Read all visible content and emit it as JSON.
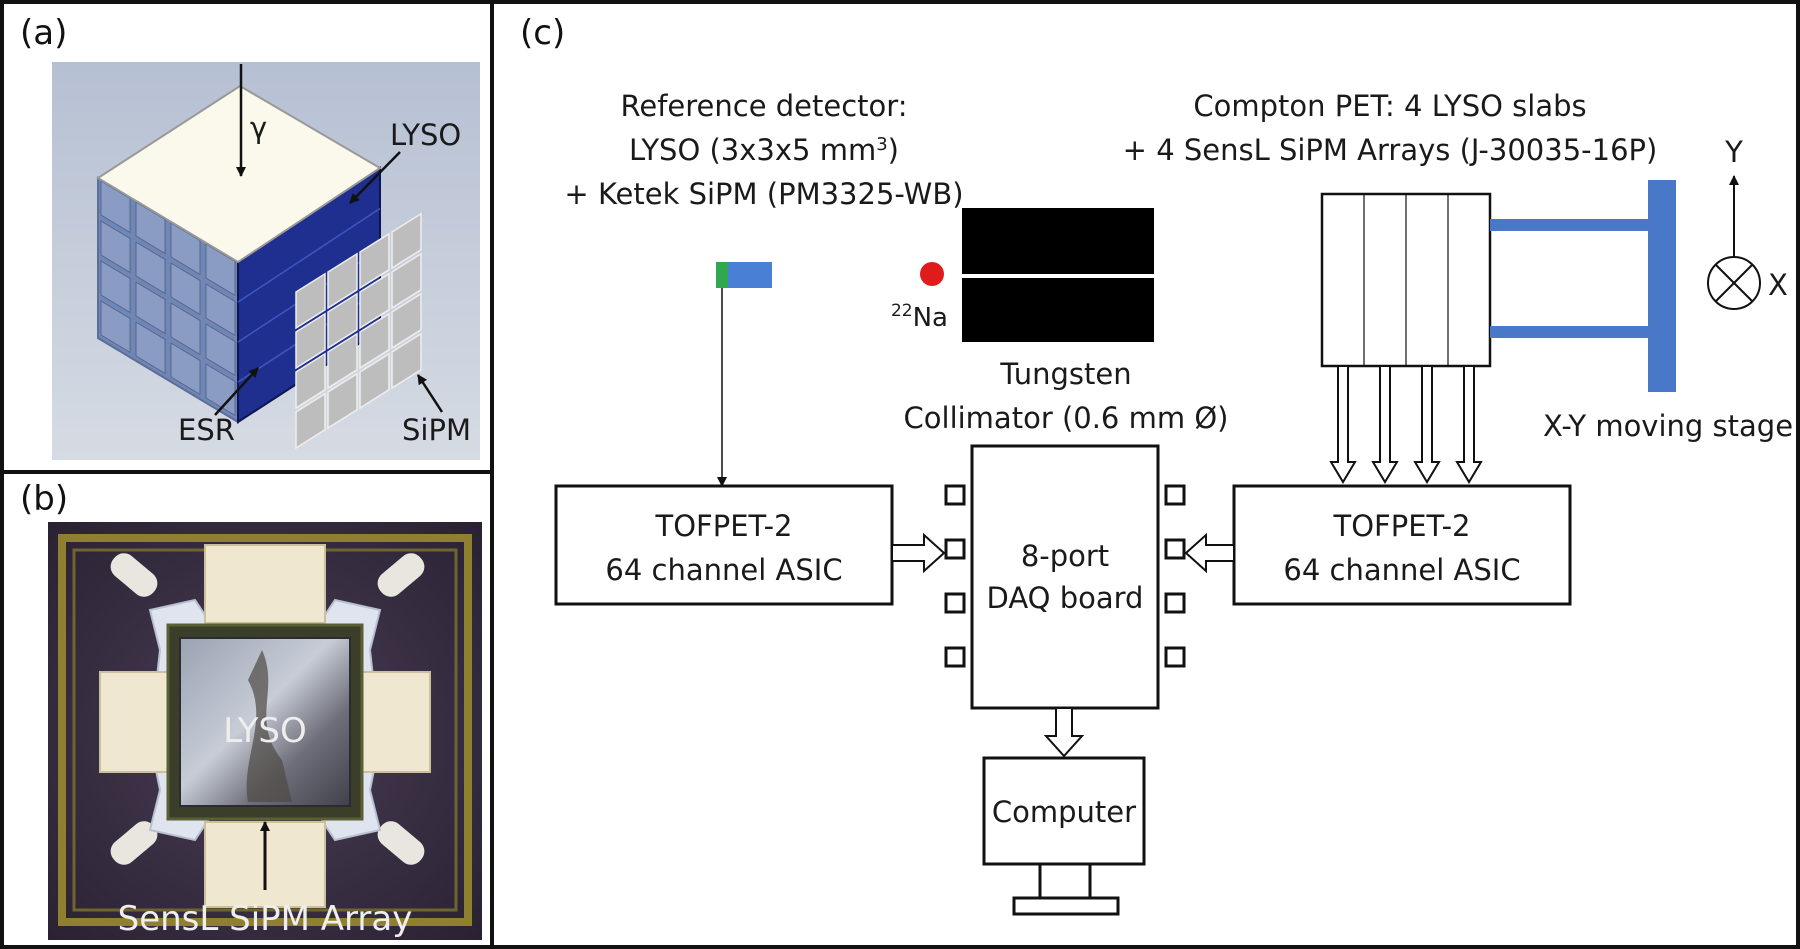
{
  "panels": {
    "a": "(a)",
    "b": "(b)",
    "c": "(c)"
  },
  "panel_a": {
    "gamma": "γ",
    "lyso": "LYSO",
    "esr": "ESR",
    "sipm": "SiPM"
  },
  "panel_b": {
    "lyso": "LYSO",
    "sensl": "SensL SiPM Array"
  },
  "panel_c": {
    "reference_detector": [
      "Reference detector:",
      "LYSO (3x3x5 mm",
      "3",
      ")",
      "+ Ketek SiPM (PM3325-WB)"
    ],
    "source_sup": "22",
    "source": "Na",
    "collimator": [
      "Tungsten",
      "Collimator (0.6 mm Ø)"
    ],
    "compton_pet": [
      "Compton PET: 4 LYSO slabs",
      "+ 4 SensL SiPM Arrays (J-30035-16P)"
    ],
    "axis_y": "Y",
    "axis_x": "X",
    "stage": "X-Y moving stage",
    "asic_left": [
      "TOFPET-2",
      "64 channel ASIC"
    ],
    "asic_right": [
      "TOFPET-2",
      "64 channel ASIC"
    ],
    "daq": [
      "8-port",
      "DAQ board"
    ],
    "computer": "Computer"
  },
  "colors": {
    "lyso_side": "#1f2f8f",
    "crystal_top": "#fbf8ec",
    "cube_tile": "#6f84b0",
    "sipm_tile": "#b8b8b8",
    "background_a": "#b9c2d3",
    "ref_sipm_green": "#2fa84f",
    "ref_lyso_blue": "#4a7fd6",
    "source_red": "#e01b1b",
    "stage_blue": "#4a78c8",
    "photo_bg": "#3a2f47"
  }
}
